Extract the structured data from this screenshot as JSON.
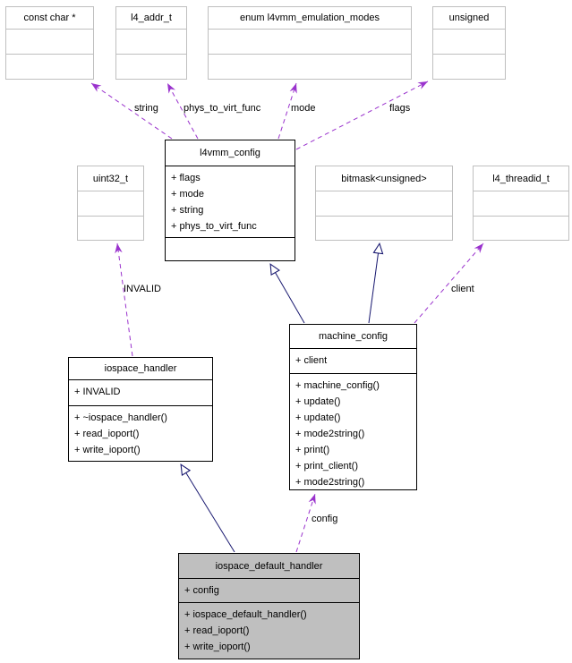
{
  "boxes": {
    "const_char": {
      "title": "const char *"
    },
    "l4_addr_t": {
      "title": "l4_addr_t"
    },
    "enum_modes": {
      "title": "enum l4vmm_emulation_modes"
    },
    "unsigned": {
      "title": "unsigned"
    },
    "uint32_t": {
      "title": "uint32_t"
    },
    "l4vmm_config": {
      "title": "l4vmm_config",
      "attrs": [
        "+ flags",
        "+ mode",
        "+ string",
        "+ phys_to_virt_func"
      ],
      "methods": []
    },
    "bitmask": {
      "title": "bitmask<unsigned>"
    },
    "l4_threadid_t": {
      "title": "l4_threadid_t"
    },
    "machine_config": {
      "title": "machine_config",
      "attrs": [
        "+ client"
      ],
      "methods": [
        "+ machine_config()",
        "+ update()",
        "+ update()",
        "+ mode2string()",
        "+ print()",
        "+ print_client()",
        "+ mode2string()"
      ]
    },
    "iospace_handler": {
      "title": "iospace_handler",
      "attrs": [
        "+ INVALID"
      ],
      "methods": [
        "+ ~iospace_handler()",
        "+ read_ioport()",
        "+ write_ioport()"
      ]
    },
    "iospace_default_handler": {
      "title": "iospace_default_handler",
      "attrs": [
        "+ config"
      ],
      "methods": [
        "+ iospace_default_handler()",
        "+ read_ioport()",
        "+ write_ioport()"
      ]
    }
  },
  "edges": {
    "string": {
      "label": "string",
      "type": "usage",
      "from": "l4vmm_config",
      "to": "const_char"
    },
    "phys_to_virt_func": {
      "label": "phys_to_virt_func",
      "type": "usage",
      "from": "l4vmm_config",
      "to": "l4_addr_t"
    },
    "mode": {
      "label": "mode",
      "type": "usage",
      "from": "l4vmm_config",
      "to": "enum_modes"
    },
    "flags": {
      "label": "flags",
      "type": "usage",
      "from": "l4vmm_config",
      "to": "unsigned"
    },
    "invalid": {
      "label": "INVALID",
      "type": "usage",
      "from": "iospace_handler",
      "to": "uint32_t"
    },
    "client": {
      "label": "client",
      "type": "usage",
      "from": "machine_config",
      "to": "l4_threadid_t"
    },
    "config": {
      "label": "config",
      "type": "usage",
      "from": "iospace_default_handler",
      "to": "machine_config"
    },
    "machine_to_l4vmm": {
      "label": "",
      "type": "inheritance",
      "from": "machine_config",
      "to": "l4vmm_config"
    },
    "machine_to_bitmask": {
      "label": "",
      "type": "inheritance",
      "from": "machine_config",
      "to": "bitmask"
    },
    "iodefault_to_iohandler": {
      "label": "",
      "type": "inheritance",
      "from": "iospace_default_handler",
      "to": "iospace_handler"
    }
  },
  "colors": {
    "usage_edge": "#9a32cd",
    "inheritance_edge": "#191970",
    "type_box_border": "#bfbfbf",
    "class_box_border": "#000000",
    "highlighted_box_fill": "#bfbfbf",
    "box_fill": "#ffffff"
  }
}
